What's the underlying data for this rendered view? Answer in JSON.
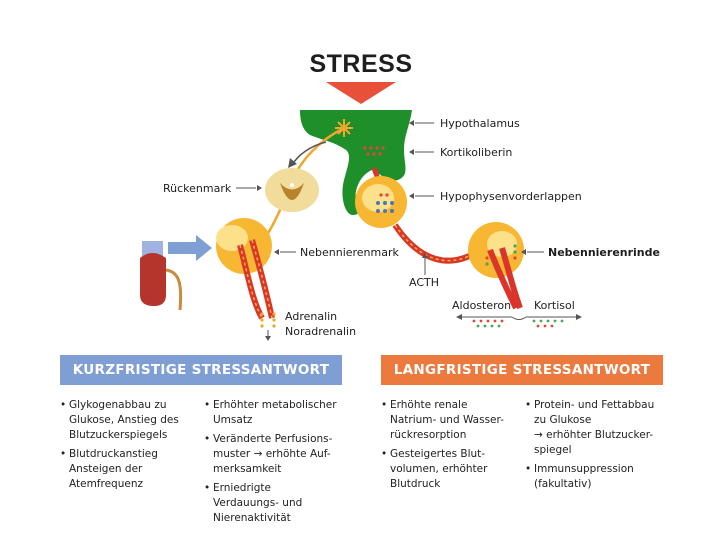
{
  "title": "STRESS",
  "labels": {
    "hypothalamus": "Hypothalamus",
    "kortikoliberin": "Kortikoliberin",
    "rueckenmark": "Rückenmark",
    "hypophyse": "Hypophysenvorderlappen",
    "nebennierenmark": "Nebennierenmark",
    "nebennierenrinde": "Nebennierenrinde",
    "acth": "ACTH",
    "adrenalin": "Adrenalin",
    "noradrenalin": "Noradrenalin",
    "aldosteron": "Aldosteron",
    "kortisol": "Kortisol"
  },
  "short_term": {
    "heading": "KURZFRISTIGE STRESSANTWORT",
    "left": [
      "Glykogenabbau zu\nGlukose, Anstieg des\nBlutzuckerspiegels",
      "Blutdruckanstieg\nAnsteigen der\nAtemfrequenz"
    ],
    "right": [
      "Erhöhter metabolischer\nUmsatz",
      "Veränderte Perfusions-\nmuster → erhöhte Auf-\nmerksamkeit",
      "Erniedrigte\nVerdauungs- und\nNierenaktivität"
    ]
  },
  "long_term": {
    "heading": "LANGFRISTIGE STRESSANTWORT",
    "left": [
      "Erhöhte renale\nNatrium- und Wasser-\nrückresorption",
      "Gesteigertes Blut-\nvolumen, erhöhter\nBlutdruck"
    ],
    "right": [
      "Protein- und Fettabbau\nzu Glukose\n→ erhöhter Blutzucker-\nspiegel",
      "Immunsuppression\n(fakultativ)"
    ]
  },
  "colors": {
    "hypothalamus_green": "#1f8f2a",
    "gland_yellow": "#f7b733",
    "gland_light": "#fde08a",
    "vessel_red": "#d9352b",
    "arrow_red": "#e8503a",
    "banner_blue": "#7f9fd4",
    "banner_orange": "#ec7a3f",
    "kidney_red": "#b5352d"
  }
}
